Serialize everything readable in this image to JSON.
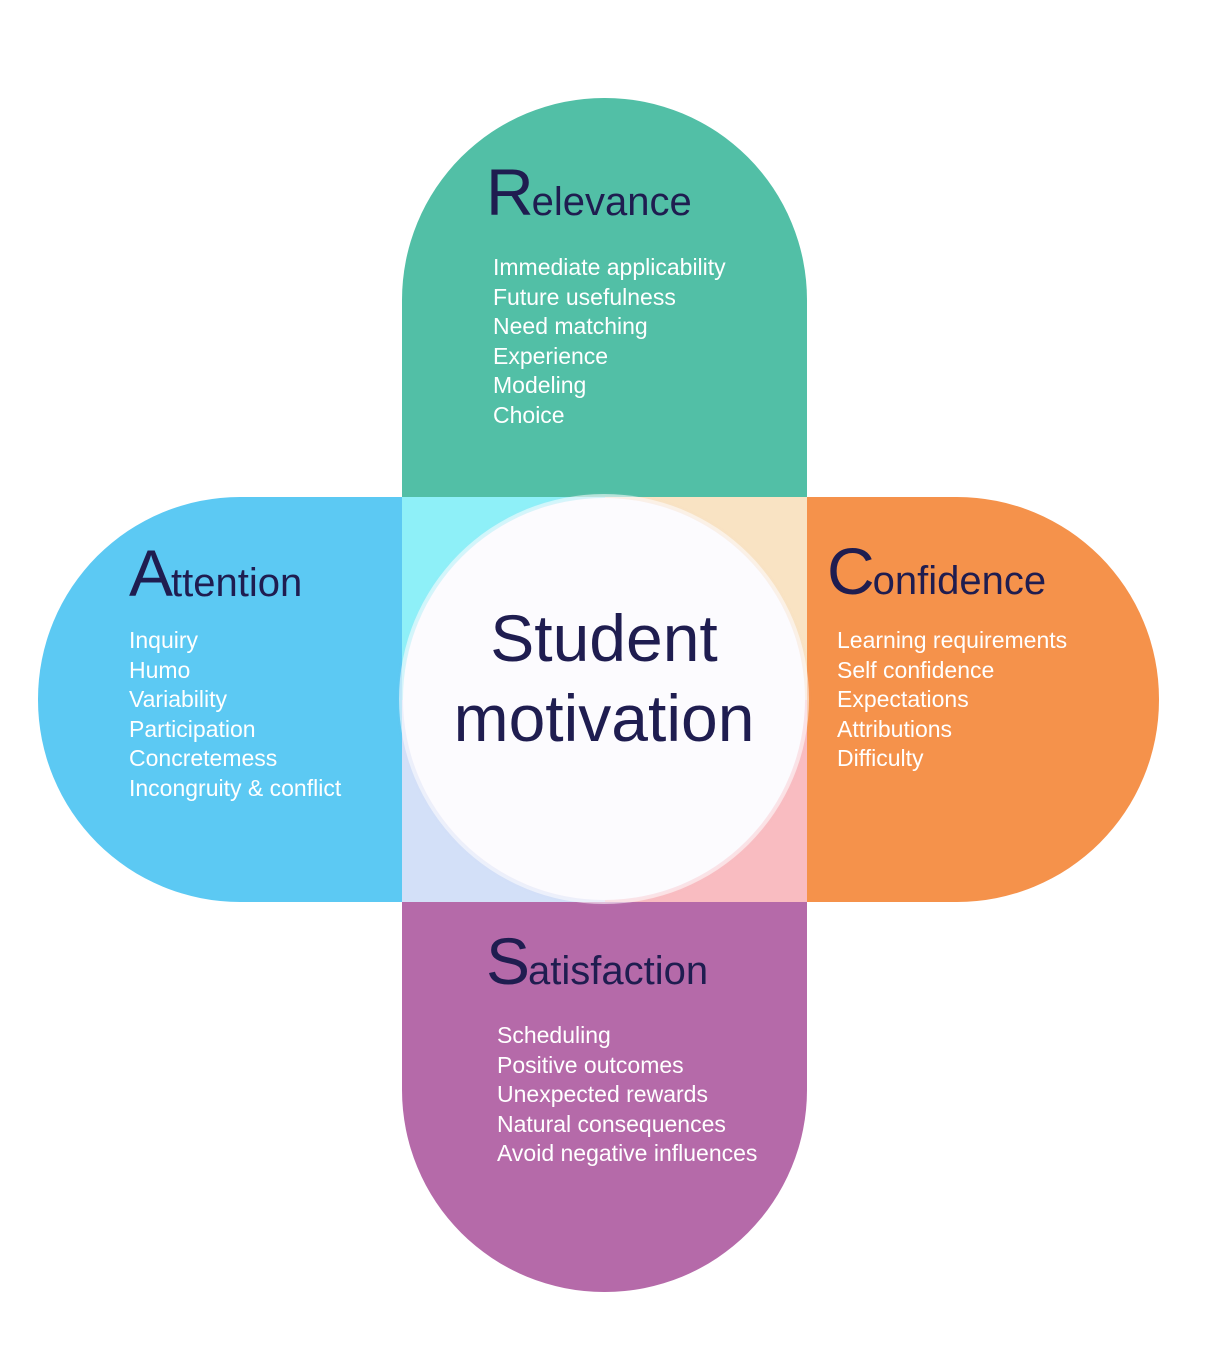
{
  "center": {
    "line1": "Student",
    "line2": "motivation"
  },
  "colors": {
    "relevance": "#52bfa6",
    "attention": "#5cc9f3",
    "confidence": "#f5924b",
    "satisfaction": "#b56aa9",
    "overlap_top_left": "#8ef0f8",
    "overlap_top_right": "#f9e3c3",
    "overlap_bottom_left": "#d3e0f8",
    "overlap_bottom_right": "#f9bcc1",
    "heading_text": "#1f1d50",
    "item_text": "#ffffff"
  },
  "relevance": {
    "cap": "R",
    "rest": "elevance",
    "items": [
      "Immediate applicability",
      "Future usefulness",
      "Need matching",
      "Experience",
      "Modeling",
      "Choice"
    ]
  },
  "attention": {
    "cap": "A",
    "rest": "ttention",
    "items": [
      "Inquiry",
      "Humo",
      "Variability",
      "Participation",
      "Concretemess",
      "Incongruity & conflict"
    ]
  },
  "confidence": {
    "cap": "C",
    "rest": "onfidence",
    "items": [
      "Learning requirements",
      "Self confidence",
      "Expectations",
      "Attributions",
      "Difficulty"
    ]
  },
  "satisfaction": {
    "cap": "S",
    "rest": "atisfaction",
    "items": [
      "Scheduling",
      "Positive outcomes",
      "Unexpected rewards",
      "Natural consequences",
      "Avoid negative influences"
    ]
  }
}
